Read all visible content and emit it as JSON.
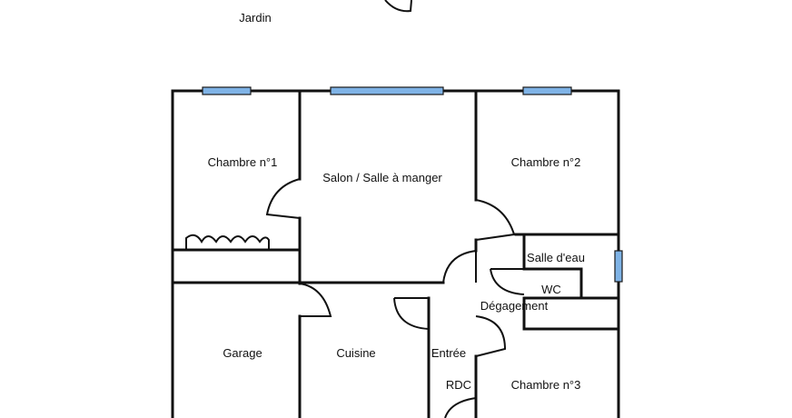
{
  "labels": {
    "jardin": "Jardin",
    "chambre1": "Chambre n°1",
    "salon": "Salon / Salle à manger",
    "chambre2": "Chambre n°2",
    "salle_eau": "Salle d'eau",
    "wc": "WC",
    "degagement": "Dégagement",
    "garage": "Garage",
    "cuisine": "Cuisine",
    "entree": "Entrée",
    "rdc": "RDC",
    "chambre3": "Chambre n°3"
  },
  "colors": {
    "wall": "#111111",
    "window": "#7fb3e6",
    "background": "#ffffff"
  }
}
